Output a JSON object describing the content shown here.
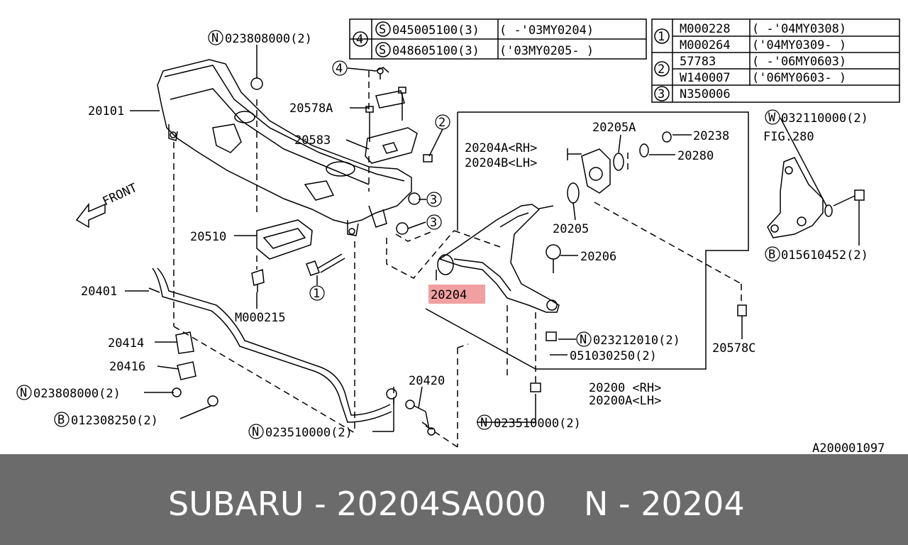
{
  "colors": {
    "background": "#ffffff",
    "line": "#000000",
    "highlight": "#f0a0a0",
    "footer_bg": "#6b6b6b",
    "footer_text": "#ffffff"
  },
  "table_left": {
    "index": "4",
    "rows": [
      {
        "mark": "S",
        "part": "045005100(3)",
        "period": "(   -'03MY0204)"
      },
      {
        "mark": "S",
        "part": "048605100(3)",
        "period": "('03MY0205-   )"
      }
    ]
  },
  "table_right": {
    "rows": [
      {
        "index": "1",
        "part": "M000228",
        "period": "(    -'04MY0308)"
      },
      {
        "index": "",
        "part": "M000264",
        "period": "('04MY0309-   )"
      },
      {
        "index": "2",
        "part": "57783",
        "period": "(    -'06MY0603)"
      },
      {
        "index": "",
        "part": "W140007",
        "period": "('06MY0603-   )"
      },
      {
        "index": "3",
        "part": "N350006",
        "period": ""
      }
    ]
  },
  "callouts": {
    "n_023808000_top": {
      "prefix": "N",
      "text": "023808000(2)"
    },
    "ref4": "4",
    "p20578A": "20578A",
    "p20101": "20101",
    "p20583": "20583",
    "ref2": "2",
    "p20204A": "20204A<RH>",
    "p20204B": "20204B<LH>",
    "p20205A": "20205A",
    "p20238": "20238",
    "p20280": "20280",
    "w_032110000": {
      "prefix": "W",
      "text": "032110000(2)"
    },
    "fig280": "FIG.280",
    "front": "FRONT",
    "ref3a": "3",
    "ref3b": "3",
    "p20205": "20205",
    "p20510": "20510",
    "p20206": "20206",
    "b_015610452": {
      "prefix": "B",
      "text": "015610452(2)"
    },
    "p20401": "20401",
    "ref1": "1",
    "m000215": "M000215",
    "p20204_highlight": "20204",
    "p20414": "20414",
    "n_023212010": {
      "prefix": "N",
      "text": "023212010(2)"
    },
    "p051030250": "051030250(2)",
    "p20578C": "20578C",
    "p20416": "20416",
    "n_023808000_bottom": {
      "prefix": "N",
      "text": "023808000(2)"
    },
    "p20420": "20420",
    "p20200": "20200 <RH>",
    "p20200A": "20200A<LH>",
    "b_012308250": {
      "prefix": "B",
      "text": "012308250(2)"
    },
    "n_023510000_left": {
      "prefix": "N",
      "text": "023510000(2)"
    },
    "n_023510000_right": {
      "prefix": "N",
      "text": "023510000(2)"
    },
    "diagram_id": "A200001097"
  },
  "footer": {
    "left": "SUBARU - 20204SA000",
    "right": "N - 20204"
  }
}
